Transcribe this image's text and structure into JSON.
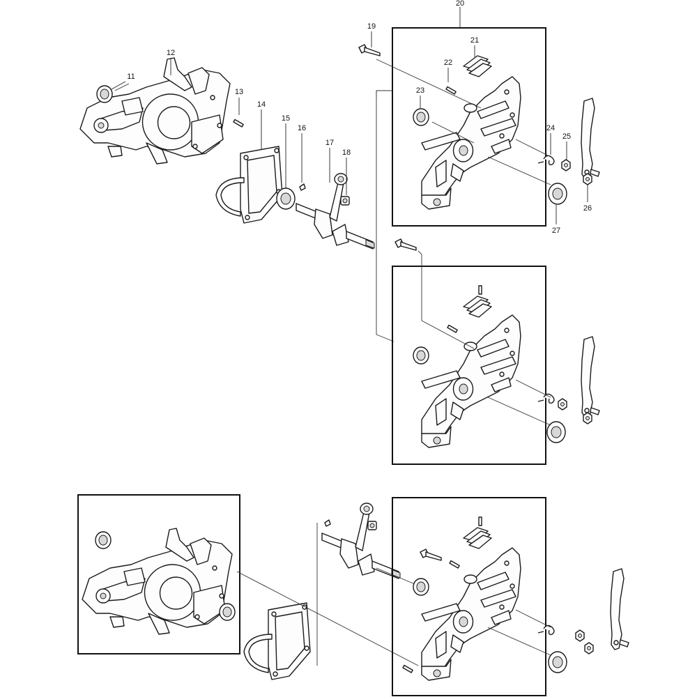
{
  "callouts": [
    {
      "id": "11",
      "label": "11"
    },
    {
      "id": "12",
      "label": "12"
    },
    {
      "id": "13",
      "label": "13"
    },
    {
      "id": "14",
      "label": "14"
    },
    {
      "id": "15",
      "label": "15"
    },
    {
      "id": "16",
      "label": "16"
    },
    {
      "id": "17",
      "label": "17"
    },
    {
      "id": "18",
      "label": "18"
    },
    {
      "id": "19",
      "label": "19"
    },
    {
      "id": "20",
      "label": "20"
    },
    {
      "id": "21",
      "label": "21"
    },
    {
      "id": "22",
      "label": "22"
    },
    {
      "id": "23",
      "label": "23"
    },
    {
      "id": "24",
      "label": "24"
    },
    {
      "id": "25",
      "label": "25"
    },
    {
      "id": "26",
      "label": "26"
    },
    {
      "id": "27",
      "label": "27"
    }
  ],
  "colors": {
    "line": "#1a1a1a",
    "fill": "#fdfdfd",
    "shade": "#d8d8d8"
  }
}
